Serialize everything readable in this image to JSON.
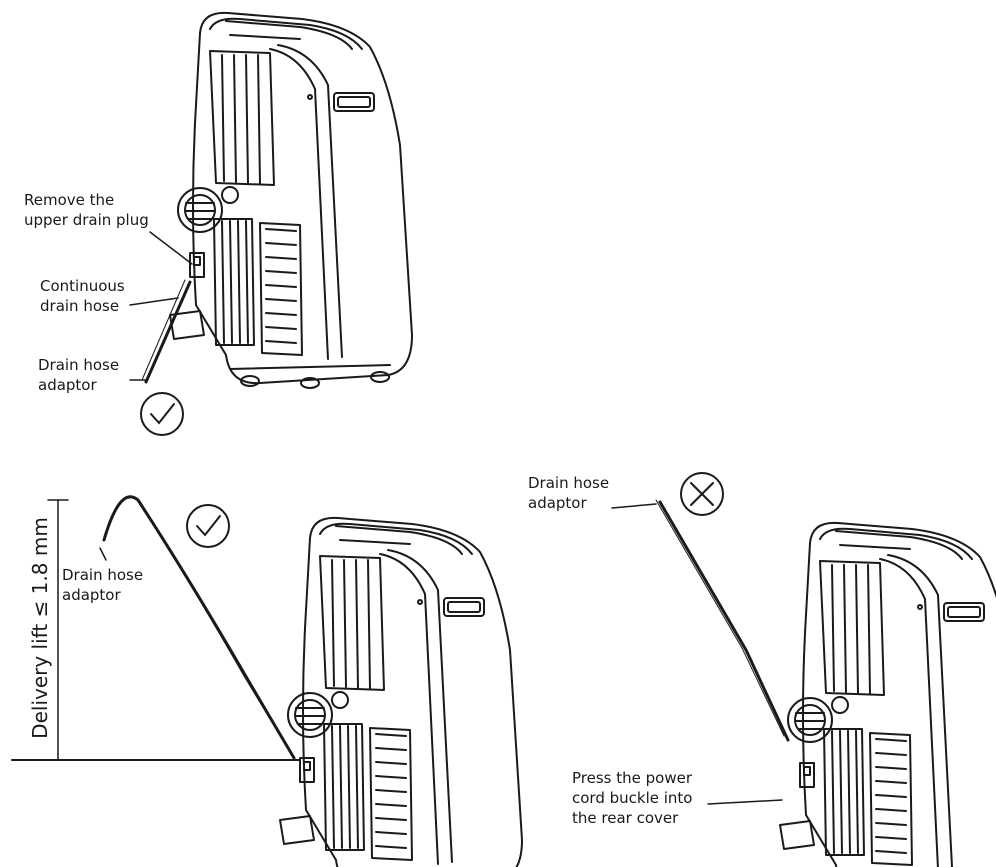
{
  "labels": {
    "remove_plug": [
      "Remove the",
      "upper drain plug"
    ],
    "continuous_hose": [
      "Continuous",
      "drain hose"
    ],
    "adaptor_top": [
      "Drain hose",
      "adaptor"
    ],
    "adaptor_bottom_left": [
      "Drain hose",
      "adaptor"
    ],
    "adaptor_bottom_right": [
      "Drain hose",
      "adaptor"
    ],
    "power_cord": [
      "Press the power",
      "cord buckle into",
      "the rear cover"
    ],
    "delivery_lift": "Delivery lift ≤ 1.8 mm"
  },
  "marks": {
    "correct_symbol": "checkmark-circle-icon",
    "incorrect_symbol": "cross-circle-icon"
  },
  "colors": {
    "line": "#1a1a1a",
    "background": "#ffffff"
  }
}
